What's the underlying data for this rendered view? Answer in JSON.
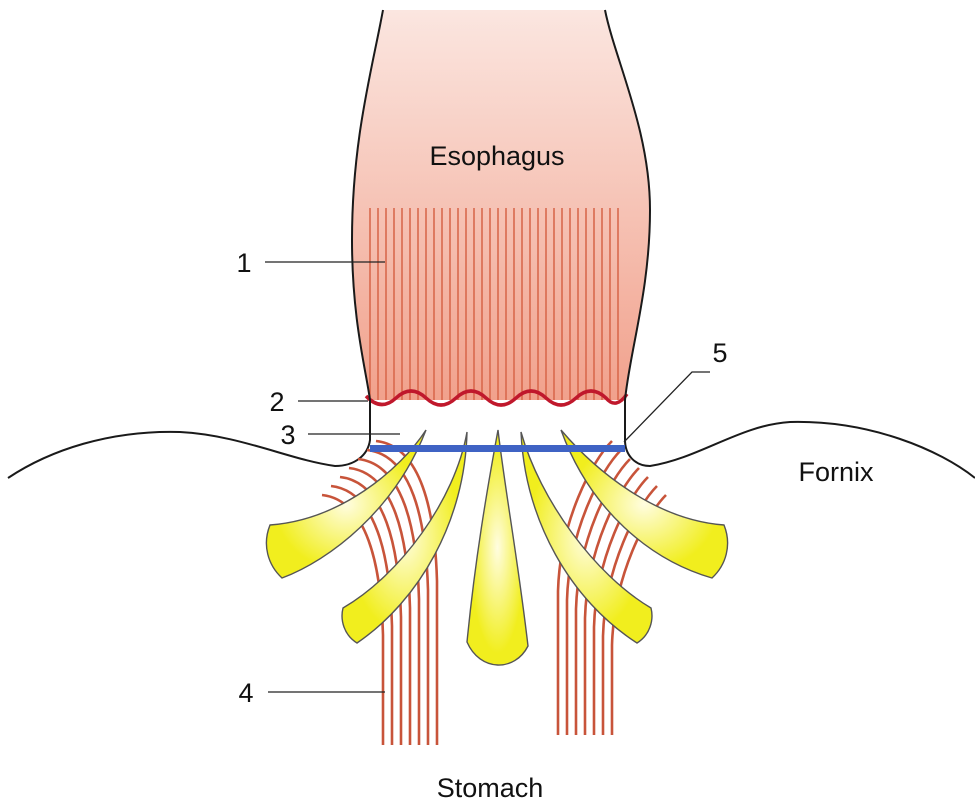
{
  "labels": {
    "esophagus": "Esophagus",
    "fornix": "Fornix",
    "stomach": "Stomach"
  },
  "callouts": [
    {
      "id": "1",
      "text": "1"
    },
    {
      "id": "2",
      "text": "2"
    },
    {
      "id": "3",
      "text": "3"
    },
    {
      "id": "4",
      "text": "4"
    },
    {
      "id": "5",
      "text": "5"
    }
  ],
  "colors": {
    "esophagus_top": "#fbe6e0",
    "esophagus_bottom": "#f1a18c",
    "muscle_fibers": "#d9694d",
    "wavy_line": "#c0182c",
    "blue_band": "#3f63c4",
    "yellow_bundle_edge": "#fffde0",
    "yellow_bundle_core": "#f1ee1e",
    "yellow_bundle_outline": "#555555",
    "sling_fibers": "#c8543a",
    "outline": "#1a1a1a"
  }
}
